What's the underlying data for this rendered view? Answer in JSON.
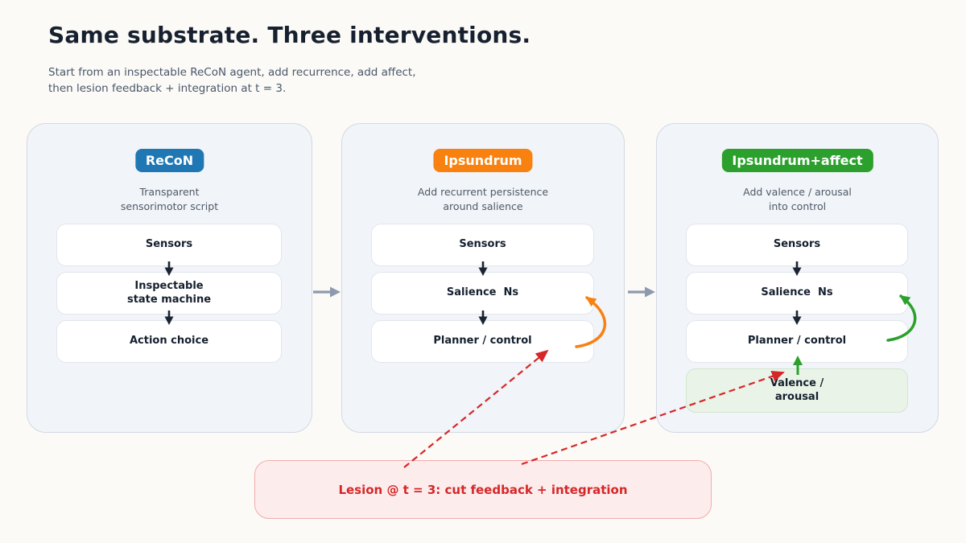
{
  "title": "Same substrate. Three interventions.",
  "subtitle": {
    "line1": "Start from an inspectable ReCoN agent, add recurrence, add affect,",
    "line2": "then lesion feedback + integration at t = 3."
  },
  "colors": {
    "recon_blue": "#1f77b4",
    "ipsundrum_orange": "#f8810f",
    "affect_green": "#2ca02c",
    "lesion_red": "#d62728",
    "flow_gray": "#8d9aae",
    "down_arrow_navy": "#1a2433",
    "valence_fill": "#e9f3e7"
  },
  "panels": [
    {
      "badge": "ReCoN",
      "badge_color": "#1f77b4",
      "caption_line1": "Transparent",
      "caption_line2": "sensorimotor script",
      "boxes": [
        {
          "line1": "Sensors"
        },
        {
          "line1": "Inspectable",
          "line2": "state machine"
        },
        {
          "line1": "Action choice"
        }
      ]
    },
    {
      "badge": "Ipsundrum",
      "badge_color": "#f8810f",
      "caption_line1": "Add recurrent persistence",
      "caption_line2": "around salience",
      "boxes": [
        {
          "line1": "Sensors"
        },
        {
          "line1": "Salience  Ns"
        },
        {
          "line1": "Planner / control"
        }
      ]
    },
    {
      "badge": "Ipsundrum+affect",
      "badge_color": "#2ca02c",
      "caption_line1": "Add valence / arousal",
      "caption_line2": "into control",
      "boxes": [
        {
          "line1": "Sensors"
        },
        {
          "line1": "Salience  Ns"
        },
        {
          "line1": "Planner / control"
        },
        {
          "line1": "Valence /",
          "line2": "arousal"
        }
      ]
    }
  ],
  "lesion": {
    "label": "Lesion @ t = 3: cut feedback + integration"
  }
}
